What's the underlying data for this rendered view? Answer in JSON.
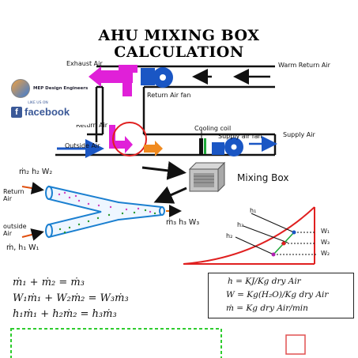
{
  "title": {
    "line1": "AHU MIXING BOX",
    "line2": "CALCULATION"
  },
  "diagram": {
    "exhaust_air": "Exhaust Air",
    "warm_return_air": "Warm Return Air",
    "return_air_fan": "Return Air fan",
    "return_air": "Return Air",
    "outside_air": "Outside Air",
    "cooling_coil": "Cooling coil",
    "supply_air_fan": "Supply air fan",
    "supply_air": "Supply Air",
    "mixing_box": "Mixing Box"
  },
  "badge": {
    "brand": "MEP Design Engineers",
    "like_text": "LIKE US ON",
    "facebook": "facebook"
  },
  "mixing": {
    "stream1_vars": "ṁ₂ h₂ W₂",
    "return_air": "Return Air",
    "outside_air": "outside Air",
    "stream2_vars": "ṁ, h₁ W₁",
    "outlet_vars": "ṁ₃ h₃ W₃"
  },
  "psychro": {
    "h1": "h₁",
    "h3": "h₃",
    "h2": "h₂",
    "w1": "W₁",
    "w3": "W₃",
    "w2": "W₂"
  },
  "equations": {
    "eq1": "ṁ₁ + ṁ₂   =  ṁ₃",
    "eq2": "W₁ṁ₁ + W₂ṁ₂  =  W₃ṁ₃",
    "eq3": "h₁ṁ₁ + h₂ṁ₂  =  h₃ṁ₃"
  },
  "units": {
    "u1": "h = KJ/Kg dry Air",
    "u2": "W = Kg(H₂O)/Kg dry Air",
    "u3": "ṁ = Kg dry Air/min"
  }
}
